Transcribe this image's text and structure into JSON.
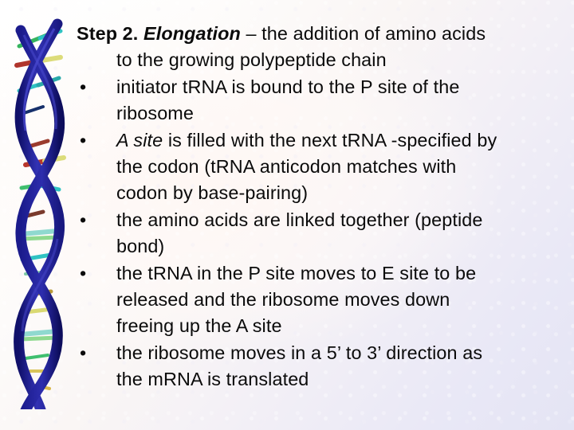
{
  "slide": {
    "background_top_left": "#ffffff",
    "background_bottom_right": "#e4e4f4",
    "text_color": "#0b0b0b",
    "figure": {
      "name": "dna-double-helix",
      "alt": "DNA double helix illustration",
      "backbone_color": "#2b2b9e",
      "backbone_color_dark": "#17176b",
      "rung_colors": [
        "#3fbf6f",
        "#2fc6c6",
        "#b4342b",
        "#d9d972",
        "#8fd98f",
        "#d9b84a"
      ]
    }
  },
  "content": {
    "heading": {
      "bold_part": "Step 2.",
      "bold_italic_part": "Elongation",
      "rest": " – the addition of amino acids",
      "continuation": "to the growing polypeptide chain"
    },
    "bullet_char": "•",
    "bullets": [
      {
        "lines": [
          {
            "text": "initiator tRNA is bound to the P site of the"
          },
          {
            "text": "ribosome"
          }
        ]
      },
      {
        "lines": [
          {
            "italic_lead": "A site",
            "text": " is filled with the next tRNA -specified by"
          },
          {
            "text": "the codon (tRNA anticodon matches with"
          },
          {
            "text": "codon by base-pairing)"
          }
        ]
      },
      {
        "lines": [
          {
            "text": "the amino acids are linked together (peptide"
          },
          {
            "text": "bond)"
          }
        ]
      },
      {
        "lines": [
          {
            "text": "the tRNA in the P site moves to E site to be"
          },
          {
            "text": "released and the ribosome moves down"
          },
          {
            "text": "freeing up the A site"
          }
        ]
      },
      {
        "lines": [
          {
            "text": "the ribosome moves in a 5’ to 3’ direction as"
          },
          {
            "text": "the mRNA is translated"
          }
        ]
      }
    ]
  }
}
